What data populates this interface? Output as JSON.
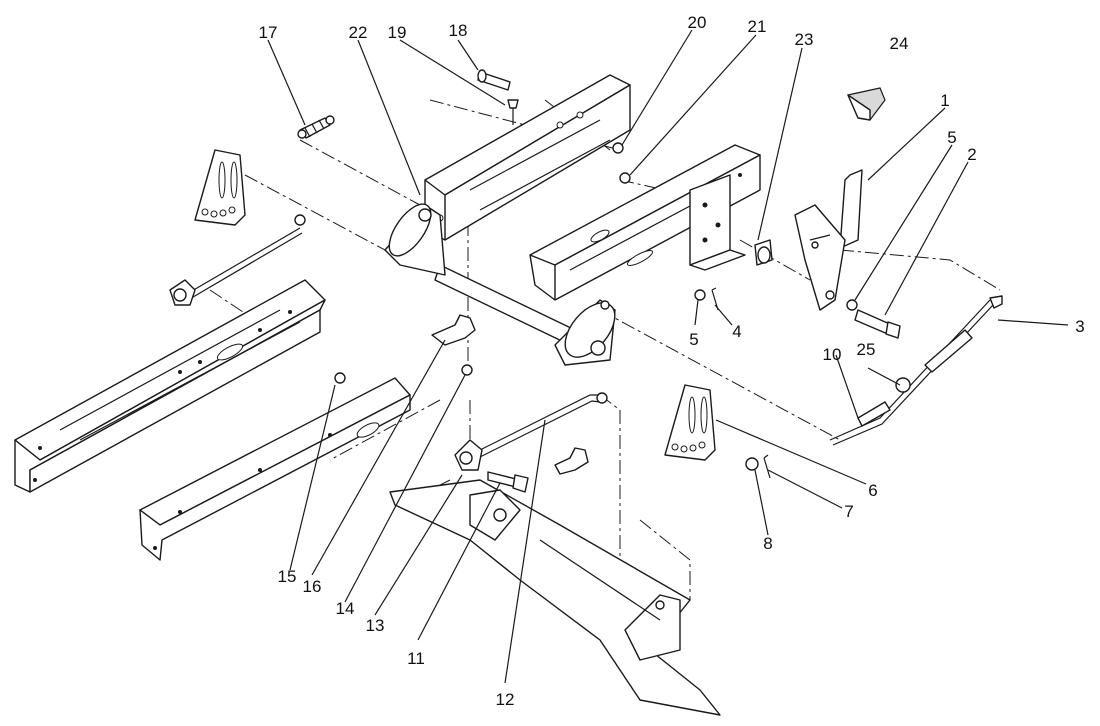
{
  "callouts": {
    "c1": "1",
    "c2": "2",
    "c3": "3",
    "c4": "4",
    "c5a": "5",
    "c5b": "5",
    "c6": "6",
    "c7": "7",
    "c8": "8",
    "c10": "10",
    "c11": "11",
    "c12": "12",
    "c13": "13",
    "c14": "14",
    "c15": "15",
    "c16": "16",
    "c17": "17",
    "c18": "18",
    "c19": "19",
    "c20": "20",
    "c21": "21",
    "c22": "22",
    "c23": "23",
    "c24": "24",
    "c25": "25"
  },
  "colors": {
    "ink": "#1a1a1a",
    "paper": "#ffffff",
    "shade": "#d9d9d9"
  }
}
